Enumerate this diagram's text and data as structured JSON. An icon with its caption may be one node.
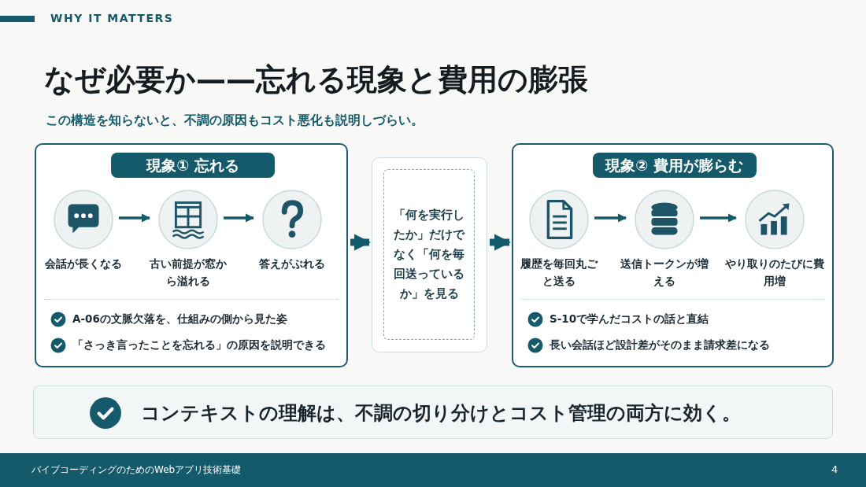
{
  "diagram": {
    "title": "なぜ必要か——忘れる現象と費用の膨張",
    "nodes": [
      {
        "text": [
          "現象① 忘れる",
          "A-06の文脈欠落を、仕組みの側から見た姿",
          "「さっき言ったことを忘れる」の原因を説明できる"
        ]
      },
      {
        "text": [
          "会話が長くなる"
        ],
        "in": 0
      },
      {
        "text": [
          "古い前提が窓から溢れる"
        ],
        "in": 0
      },
      {
        "text": [
          "答えがぶれる"
        ],
        "in": 0
      },
      {
        "text": [
          "「何を実行したか」だけでなく「何を毎回送っているか」を見る"
        ]
      },
      {
        "text": [
          "現象② 費用が膨らむ",
          "S-10で学んだコストの話と直結",
          "長い会話ほど設計差がそのまま請求差になる"
        ]
      },
      {
        "text": [
          "履歴を毎回丸ごと送る"
        ],
        "in": 5
      },
      {
        "text": [
          "送信トークンが増える"
        ],
        "in": 5
      },
      {
        "text": [
          "やり取りのたびに費用増"
        ],
        "in": 5
      },
      {
        "text": [
          "コンテキストの理解は、不調の切り分けとコスト管理の両方に効く。"
        ]
      }
    ],
    "edges": [
      {
        "from": 1,
        "to": 2,
        "arrow": "to"
      },
      {
        "from": 2,
        "to": 3,
        "arrow": "to"
      },
      {
        "from": 0,
        "to": 4,
        "arrow": "to",
        "style": "thick"
      },
      {
        "from": 4,
        "to": 5,
        "arrow": "to",
        "style": "thick"
      },
      {
        "from": 6,
        "to": 7,
        "arrow": "to"
      },
      {
        "from": 7,
        "to": 8,
        "arrow": "to"
      }
    ],
    "labels": [
      "WHY IT MATTERS",
      "この構造を知らないと、不調の原因もコスト悪化も説明しづらい。",
      "バイブコーディングのためのWebアプリ技術基礎",
      "4"
    ]
  }
}
